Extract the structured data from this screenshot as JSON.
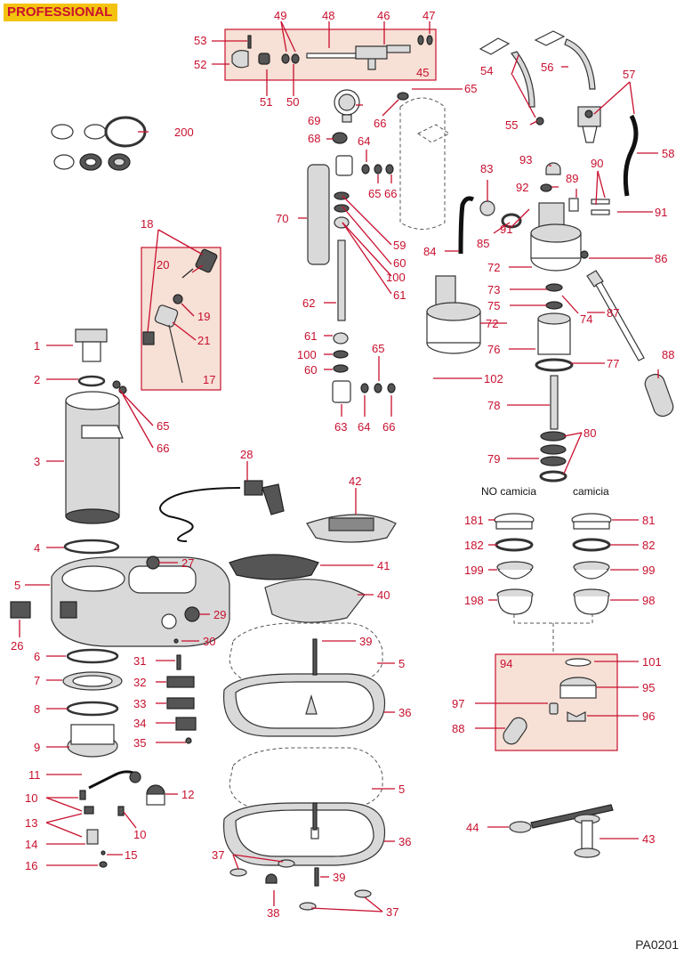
{
  "badge": "PROFESSIONAL",
  "code": "PA0201",
  "caption_no_camicia": "NO camicia",
  "caption_camicia": "camicia",
  "labels": {
    "p1": "1",
    "p2": "2",
    "p3": "3",
    "p4": "4",
    "p5": "5",
    "p5b": "5",
    "p5c": "5",
    "p6": "6",
    "p7": "7",
    "p8": "8",
    "p9": "9",
    "p10": "10",
    "p10b": "10",
    "p11": "11",
    "p12": "12",
    "p13": "13",
    "p14": "14",
    "p15": "15",
    "p16": "16",
    "p17": "17",
    "p18": "18",
    "p19": "19",
    "p20": "20",
    "p21": "21",
    "p26": "26",
    "p27": "27",
    "p28": "28",
    "p29": "29",
    "p30": "30",
    "p31": "31",
    "p32": "32",
    "p33": "33",
    "p34": "34",
    "p35": "35",
    "p36": "36",
    "p36b": "36",
    "p37": "37",
    "p37b": "37",
    "p38": "38",
    "p39": "39",
    "p39b": "39",
    "p40": "40",
    "p41": "41",
    "p42": "42",
    "p43": "43",
    "p44": "44",
    "p45": "45",
    "p46": "46",
    "p47": "47",
    "p48": "48",
    "p49": "49",
    "p50": "50",
    "p51": "51",
    "p52": "52",
    "p53": "53",
    "p54": "54",
    "p55": "55",
    "p56": "56",
    "p57": "57",
    "p58": "58",
    "p59": "59",
    "p60": "60",
    "p60b": "60",
    "p61": "61",
    "p61b": "61",
    "p62": "62",
    "p63": "63",
    "p64": "64",
    "p64b": "64",
    "p65": "65",
    "p65b": "65",
    "p65c": "65",
    "p65d": "65",
    "p66": "66",
    "p66b": "66",
    "p66c": "66",
    "p66d": "66",
    "p68": "68",
    "p69": "69",
    "p70": "70",
    "p72": "72",
    "p72b": "72",
    "p73": "73",
    "p74": "74",
    "p75": "75",
    "p76": "76",
    "p77": "77",
    "p78": "78",
    "p79": "79",
    "p80": "80",
    "p81": "81",
    "p82": "82",
    "p83": "83",
    "p84": "84",
    "p85": "85",
    "p86": "86",
    "p87": "87",
    "p88": "88",
    "p88b": "88",
    "p89": "89",
    "p90": "90",
    "p91": "91",
    "p91b": "91",
    "p92": "92",
    "p93": "93",
    "p94": "94",
    "p95": "95",
    "p96": "96",
    "p97": "97",
    "p98": "98",
    "p99": "99",
    "p100": "100",
    "p100b": "100",
    "p101": "101",
    "p102": "102",
    "p181": "181",
    "p182": "182",
    "p198": "198",
    "p199": "199",
    "p200": "200"
  }
}
